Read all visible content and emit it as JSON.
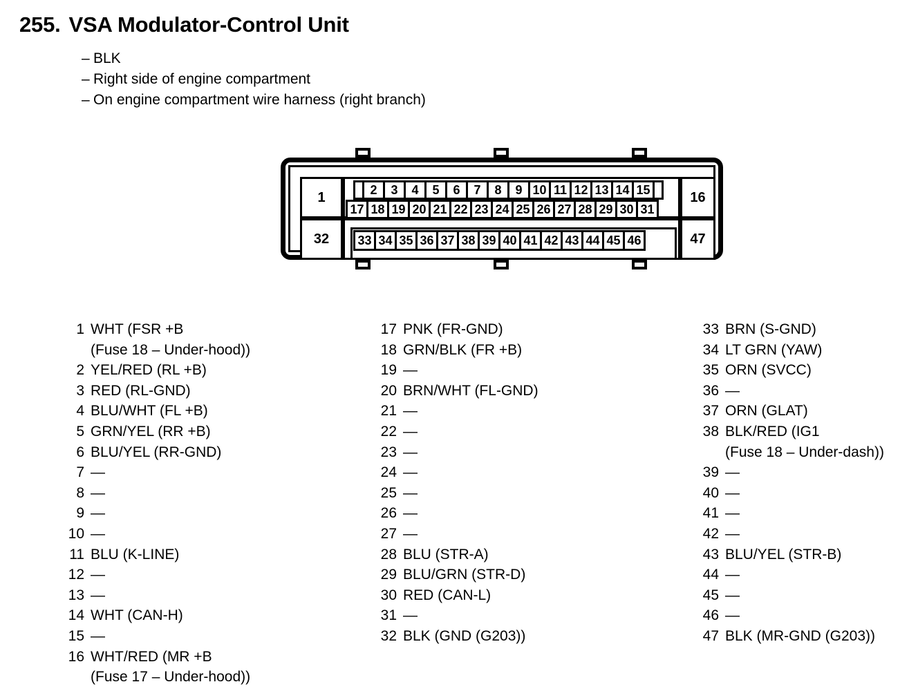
{
  "header": {
    "number": "255.",
    "title": "VSA Modulator-Control Unit",
    "notes": [
      "BLK",
      "Right side of engine compartment",
      "On engine compartment wire harness (right branch)"
    ],
    "dash": "–"
  },
  "connector": {
    "end_pins": {
      "left_top": "1",
      "left_bottom": "32",
      "right_top": "16",
      "right_bottom": "47"
    },
    "row_top": [
      "2",
      "3",
      "4",
      "5",
      "6",
      "7",
      "8",
      "9",
      "10",
      "11",
      "12",
      "13",
      "14",
      "15"
    ],
    "row_upper": [
      "17",
      "18",
      "19",
      "20",
      "21",
      "22",
      "23",
      "24",
      "25",
      "26",
      "27",
      "28",
      "29",
      "30",
      "31"
    ],
    "row_lower": [
      "33",
      "34",
      "35",
      "36",
      "37",
      "38",
      "39",
      "40",
      "41",
      "42",
      "43",
      "44",
      "45",
      "46"
    ]
  },
  "legend": {
    "empty_marker": "—",
    "columns": [
      {
        "items": [
          {
            "num": "1",
            "desc": "WHT (FSR +B",
            "cont": "(Fuse 18 – Under-hood))"
          },
          {
            "num": "2",
            "desc": "YEL/RED (RL +B)"
          },
          {
            "num": "3",
            "desc": "RED (RL-GND)"
          },
          {
            "num": "4",
            "desc": "BLU/WHT (FL +B)"
          },
          {
            "num": "5",
            "desc": "GRN/YEL (RR +B)"
          },
          {
            "num": "6",
            "desc": "BLU/YEL (RR-GND)"
          },
          {
            "num": "7",
            "desc": "—"
          },
          {
            "num": "8",
            "desc": "—"
          },
          {
            "num": "9",
            "desc": "—"
          },
          {
            "num": "10",
            "desc": "—"
          },
          {
            "num": "11",
            "desc": "BLU (K-LINE)"
          },
          {
            "num": "12",
            "desc": "—"
          },
          {
            "num": "13",
            "desc": "—"
          },
          {
            "num": "14",
            "desc": "WHT (CAN-H)"
          },
          {
            "num": "15",
            "desc": "—"
          },
          {
            "num": "16",
            "desc": "WHT/RED (MR +B",
            "cont": "(Fuse 17 – Under-hood))"
          }
        ]
      },
      {
        "items": [
          {
            "num": "17",
            "desc": "PNK (FR-GND)"
          },
          {
            "num": "18",
            "desc": "GRN/BLK (FR +B)"
          },
          {
            "num": "19",
            "desc": "—"
          },
          {
            "num": "20",
            "desc": "BRN/WHT (FL-GND)"
          },
          {
            "num": "21",
            "desc": "—"
          },
          {
            "num": "22",
            "desc": "—"
          },
          {
            "num": "23",
            "desc": "—"
          },
          {
            "num": "24",
            "desc": "—"
          },
          {
            "num": "25",
            "desc": "—"
          },
          {
            "num": "26",
            "desc": "—"
          },
          {
            "num": "27",
            "desc": "—"
          },
          {
            "num": "28",
            "desc": "BLU (STR-A)"
          },
          {
            "num": "29",
            "desc": "BLU/GRN (STR-D)"
          },
          {
            "num": "30",
            "desc": "RED (CAN-L)"
          },
          {
            "num": "31",
            "desc": "—"
          },
          {
            "num": "32",
            "desc": "BLK (GND (G203))"
          }
        ]
      },
      {
        "items": [
          {
            "num": "33",
            "desc": "BRN (S-GND)"
          },
          {
            "num": "34",
            "desc": "LT GRN (YAW)"
          },
          {
            "num": "35",
            "desc": "ORN (SVCC)"
          },
          {
            "num": "36",
            "desc": "—"
          },
          {
            "num": "37",
            "desc": "ORN (GLAT)"
          },
          {
            "num": "38",
            "desc": "BLK/RED (IG1",
            "cont": "(Fuse 18 – Under-dash))"
          },
          {
            "num": "39",
            "desc": "—"
          },
          {
            "num": "40",
            "desc": "—"
          },
          {
            "num": "41",
            "desc": "—"
          },
          {
            "num": "42",
            "desc": "—"
          },
          {
            "num": "43",
            "desc": "BLU/YEL (STR-B)"
          },
          {
            "num": "44",
            "desc": "—"
          },
          {
            "num": "45",
            "desc": "—"
          },
          {
            "num": "46",
            "desc": "—"
          },
          {
            "num": "47",
            "desc": "BLK (MR-GND (G203))"
          }
        ]
      }
    ]
  }
}
